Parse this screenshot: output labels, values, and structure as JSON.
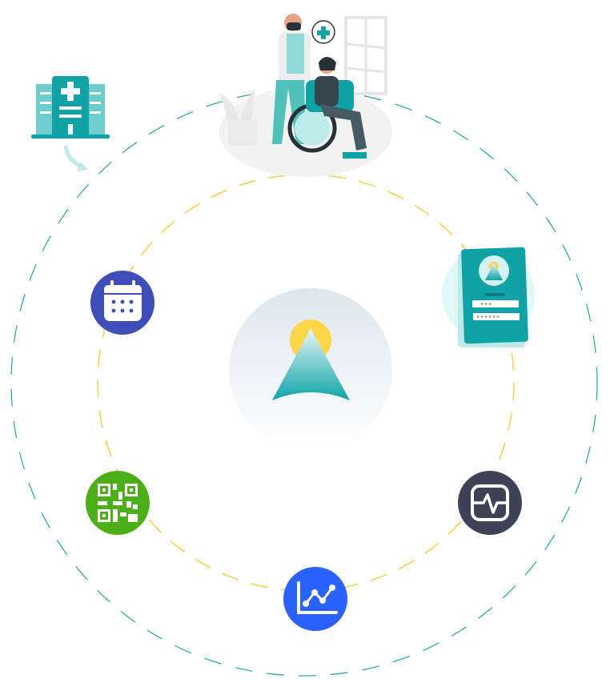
{
  "colors": {
    "outer_ring": "#1FA3A6",
    "inner_ring": "#F7CD46",
    "calendar": "#3F4DB8",
    "qr_code": "#4CAF1A",
    "analytics": "#2962FF",
    "activity": "#3D4354",
    "teal": "#0FA3A8",
    "sun": "#FFD54A"
  },
  "icons": [
    "hospital-icon",
    "calendar-icon",
    "qr-code-icon",
    "line-chart-icon",
    "activity-monitor-icon",
    "login-phone-illustration",
    "doctor-wheelchair-illustration",
    "mountain-logo"
  ]
}
